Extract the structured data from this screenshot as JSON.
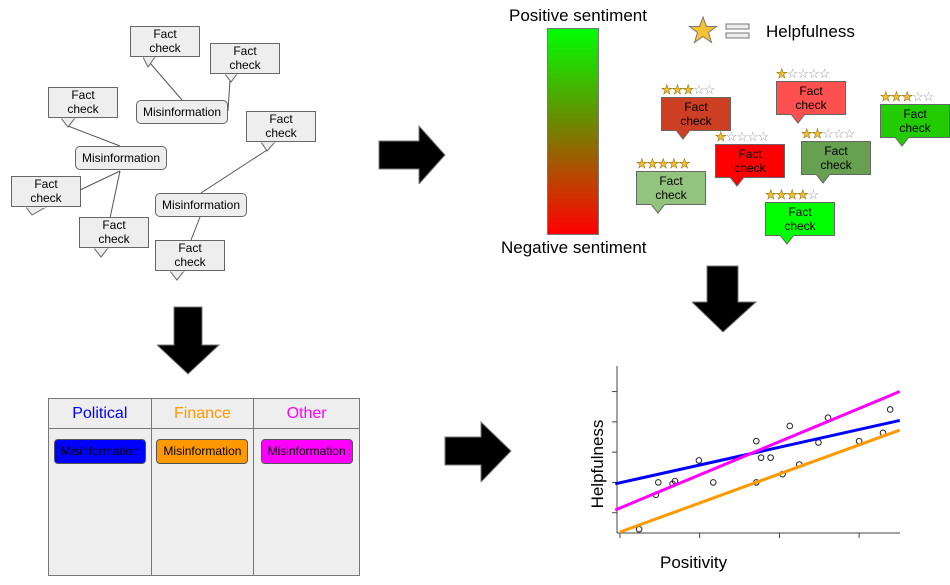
{
  "network": {
    "misinformation_label": "Misinformation",
    "fact_check_label_line1": "Fact",
    "fact_check_label_line2": "check"
  },
  "sentiment": {
    "positive_label": "Positive sentiment",
    "negative_label": "Negative sentiment",
    "gradient_top_color": "#00ff00",
    "gradient_bottom_color": "#ff0000",
    "legend_label": "Helpfulness",
    "legend_icon": "star-icon",
    "legend_equals_icon": "equals-icon",
    "fact_checks": [
      {
        "label1": "Fact",
        "label2": "check",
        "rating": 3,
        "max": 5,
        "color": "#cc3f22"
      },
      {
        "label1": "Fact",
        "label2": "check",
        "rating": 1,
        "max": 5,
        "color": "#ff5050"
      },
      {
        "label1": "Fact",
        "label2": "check",
        "rating": 3,
        "max": 5,
        "color": "#22cc00"
      },
      {
        "label1": "Fact",
        "label2": "check",
        "rating": 1,
        "max": 5,
        "color": "#ff0000"
      },
      {
        "label1": "Fact",
        "label2": "check",
        "rating": 2,
        "max": 5,
        "color": "#66a050"
      },
      {
        "label1": "Fact",
        "label2": "check",
        "rating": 5,
        "max": 5,
        "color": "#93c47d"
      },
      {
        "label1": "Fact",
        "label2": "check",
        "rating": 4,
        "max": 5,
        "color": "#00ff00"
      }
    ]
  },
  "categories": {
    "columns": [
      {
        "header": "Political",
        "color": "#0000ff",
        "item": "Misinformation"
      },
      {
        "header": "Finance",
        "color": "#ff9900",
        "item": "Misinformation"
      },
      {
        "header": "Other",
        "color": "#ff00ff",
        "item": "Misinformation"
      }
    ]
  },
  "chart_data": {
    "type": "scatter",
    "title": "",
    "xlabel": "Positivity",
    "ylabel": "Helpfulness",
    "xlim": [
      0,
      10
    ],
    "ylim": [
      0,
      10
    ],
    "x_ticks": [
      0,
      3.33,
      6.67,
      10
    ],
    "y_ticks": [
      1.4,
      3.6,
      5.8,
      8,
      10.2
    ],
    "grid": false,
    "points": [
      [
        0.8,
        0.2
      ],
      [
        1.5,
        2.7
      ],
      [
        1.6,
        3.6
      ],
      [
        2.2,
        3.5
      ],
      [
        2.3,
        3.7
      ],
      [
        3.3,
        5.2
      ],
      [
        3.9,
        3.6
      ],
      [
        5.7,
        3.6
      ],
      [
        5.7,
        6.6
      ],
      [
        5.9,
        5.4
      ],
      [
        6.3,
        5.4
      ],
      [
        6.8,
        4.2
      ],
      [
        7.1,
        7.7
      ],
      [
        7.5,
        4.9
      ],
      [
        8.3,
        6.5
      ],
      [
        8.7,
        8.3
      ],
      [
        10.0,
        6.6
      ],
      [
        11.0,
        7.2
      ],
      [
        11.3,
        8.9
      ]
    ],
    "series": [
      {
        "name": "Political",
        "color": "#0000ff",
        "type": "line",
        "points": [
          [
            -0.2,
            3.5
          ],
          [
            11.7,
            8.1
          ]
        ]
      },
      {
        "name": "Other",
        "color": "#ff00ff",
        "type": "line",
        "points": [
          [
            -0.2,
            1.6
          ],
          [
            11.7,
            10.2
          ]
        ]
      },
      {
        "name": "Finance",
        "color": "#ff9900",
        "type": "line",
        "points": [
          [
            0.0,
            0.0
          ],
          [
            11.7,
            7.4
          ]
        ]
      }
    ]
  }
}
